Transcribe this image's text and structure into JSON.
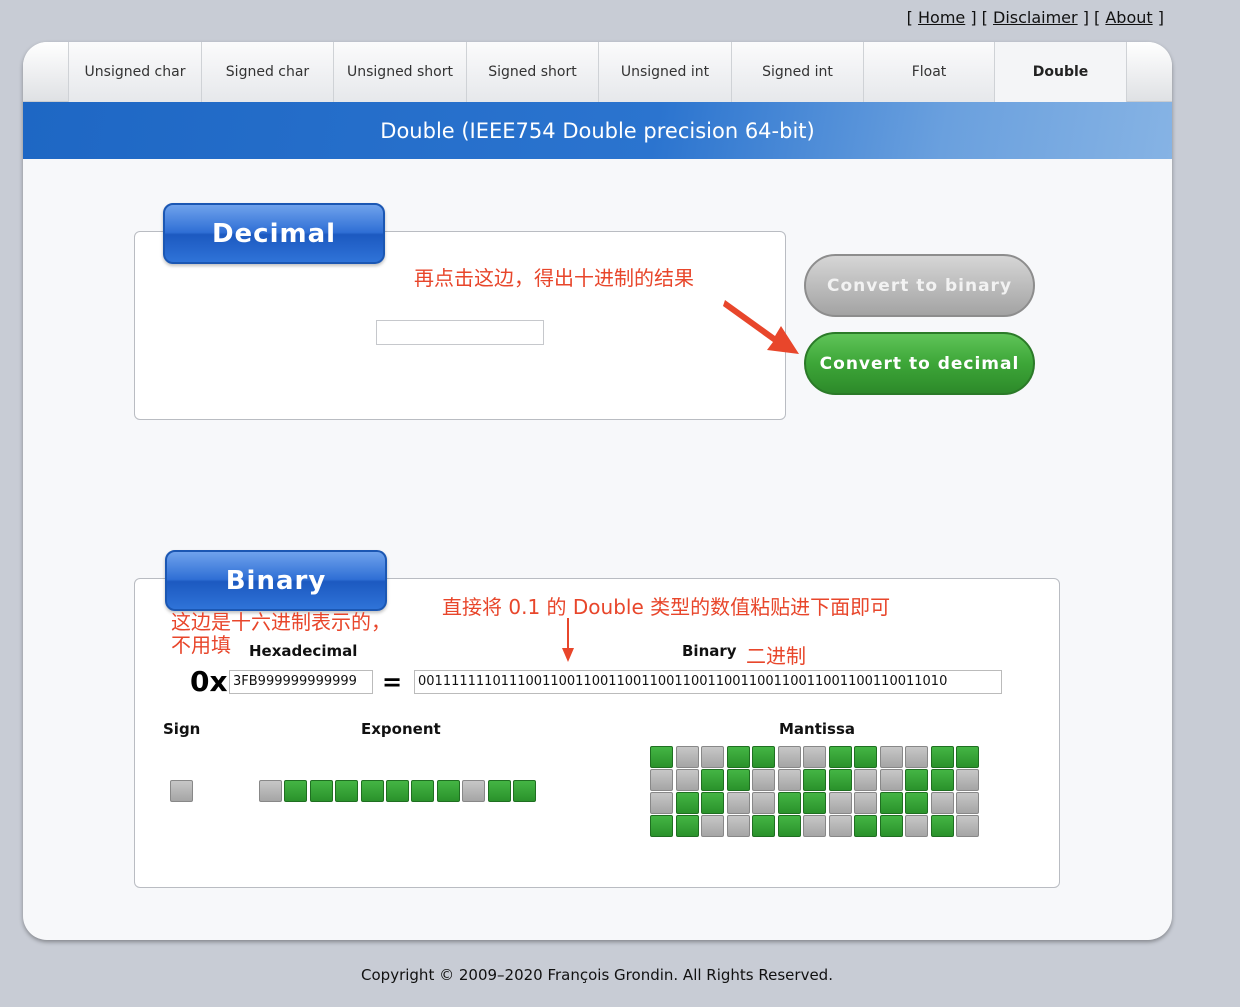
{
  "nav": {
    "home": "Home",
    "disclaimer": "Disclaimer",
    "about": "About"
  },
  "tabs": [
    "Unsigned char",
    "Signed char",
    "Unsigned short",
    "Signed short",
    "Unsigned int",
    "Signed int",
    "Float",
    "Double"
  ],
  "active_tab": "Double",
  "title": "Double (IEEE754 Double precision 64-bit)",
  "decimal": {
    "heading": "Decimal",
    "value": ""
  },
  "buttons": {
    "to_binary": "Convert to binary",
    "to_decimal": "Convert to decimal"
  },
  "binary_section": {
    "heading": "Binary",
    "hex_label": "Hexadecimal",
    "binary_label": "Binary",
    "hex_prefix": "0x",
    "equals": "=",
    "hex_value": "3FB999999999999",
    "binary_value": "0011111110111001100110011001100110011001100110011001100110011010",
    "sign_label": "Sign",
    "exponent_label": "Exponent",
    "mantissa_label": "Mantissa"
  },
  "bits": {
    "sign": [
      0
    ],
    "exponent": [
      0,
      1,
      1,
      1,
      1,
      1,
      1,
      1,
      0,
      1,
      1
    ],
    "mantissa_rows": [
      [
        1,
        0,
        0,
        1,
        1,
        0,
        0,
        1,
        1,
        0,
        0,
        1,
        1
      ],
      [
        0,
        0,
        1,
        1,
        0,
        0,
        1,
        1,
        0,
        0,
        1,
        1,
        0
      ],
      [
        0,
        1,
        1,
        0,
        0,
        1,
        1,
        0,
        0,
        1,
        1,
        0,
        0
      ],
      [
        1,
        1,
        0,
        0,
        1,
        1,
        0,
        0,
        1,
        1,
        0,
        1,
        0
      ]
    ]
  },
  "annotations": {
    "click_here": "再点击这边，得出十进制的结果",
    "paste_here": "直接将 0.1 的 Double 类型的数值粘贴进下面即可",
    "hex_note_line1": "这边是十六进制表示的，",
    "hex_note_line2": "不用填",
    "binary_note": "二进制",
    "arrow_color": "#e8462b"
  },
  "footer": {
    "copyright": "Copyright © 2009–2020 François Grondin. All Rights Reserved."
  }
}
